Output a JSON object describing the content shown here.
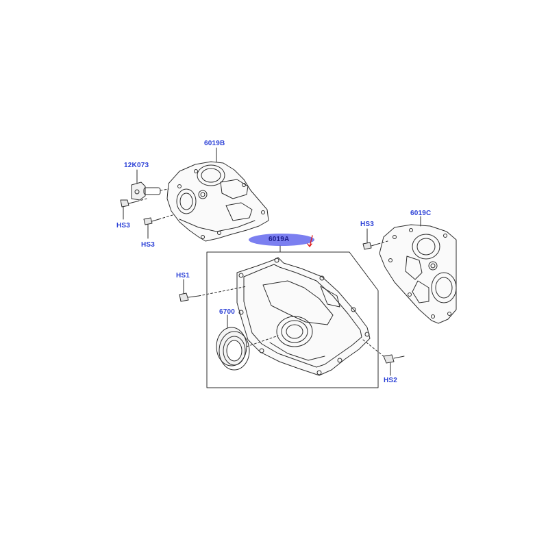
{
  "callouts": {
    "c6019b": "6019B",
    "c12k073": "12K073",
    "hs3_left_a": "HS3",
    "hs3_left_b": "HS3",
    "hs3_right": "HS3",
    "c6019c": "6019C",
    "c6019a": "6019A",
    "hs1": "HS1",
    "c6700": "6700",
    "hs2": "HS2"
  },
  "colors": {
    "callout_text": "#2a3fd6",
    "highlight_fill": "#7b7ff0",
    "highlight_arrow": "#e0201c",
    "line_art": "#2b2b2b"
  }
}
